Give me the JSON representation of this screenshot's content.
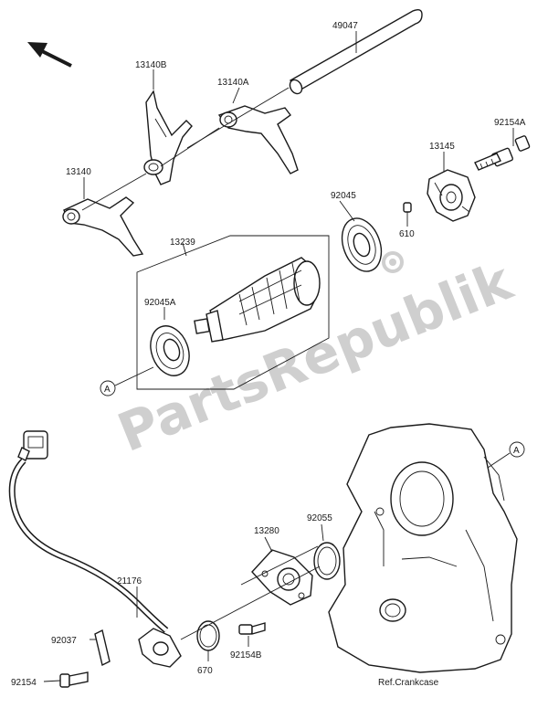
{
  "watermark": "PartsRepublik",
  "labels": {
    "p49047": "49047",
    "p13140B": "13140B",
    "p13140A": "13140A",
    "p13140": "13140",
    "p92154A": "92154A",
    "p13145": "13145",
    "p92045": "92045",
    "p610": "610",
    "p13239": "13239",
    "p92045A": "92045A",
    "ref_a1": "A",
    "ref_a2": "A",
    "p92055": "92055",
    "p13280": "13280",
    "p21176": "21176",
    "p92037": "92037",
    "p670": "670",
    "p92154B": "92154B",
    "p92154": "92154",
    "ref_crankcase": "Ref.Crankcase"
  }
}
